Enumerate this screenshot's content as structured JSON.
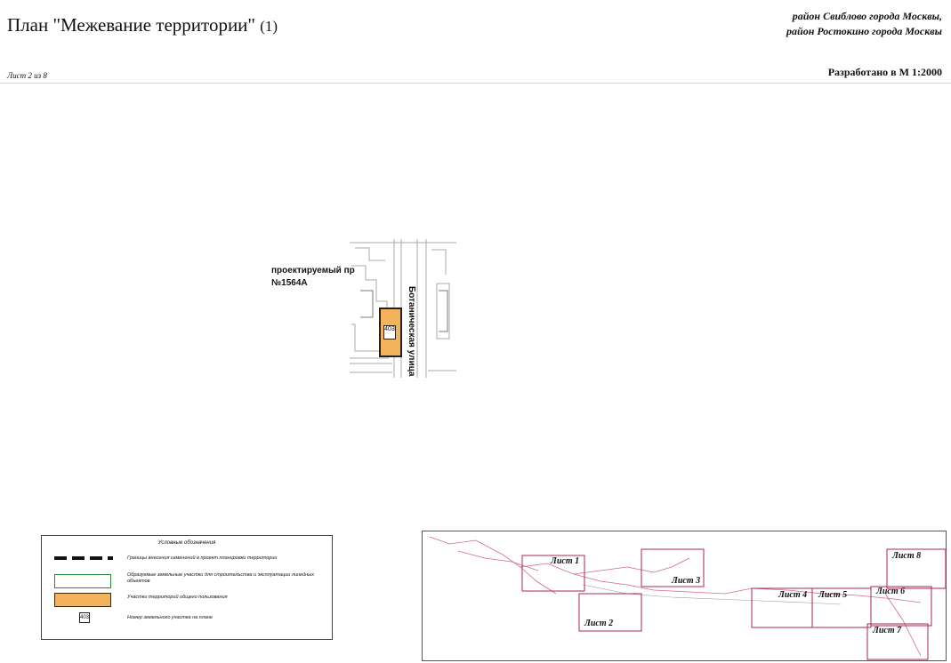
{
  "header": {
    "title": "План \"Межевание территории\"",
    "title_num": "(1)",
    "district_line1": "район Свиблово города Москвы,",
    "district_line2": "район Ростокино города Москвы",
    "sheet": "Лист 2 из 8",
    "scale": "Разработано в М 1:2000"
  },
  "map": {
    "proj_line1": "проектируемый пр",
    "proj_line2": "№1564А",
    "street": "Ботаническая улица",
    "plot_number": "403",
    "colors": {
      "plot_fill": "#f2b35a",
      "plot_border": "#222222"
    }
  },
  "legend": {
    "title": "Условные обозначения",
    "items": [
      {
        "icon": "dashed-line",
        "text": "Границы внесения изменений в проект планировки территории"
      },
      {
        "icon": "green-rect",
        "text": "Образуемые земельные участки для строительства и эксплуатации линейных объектов"
      },
      {
        "icon": "orange-rect",
        "text": "Участки территорий общего пользования"
      },
      {
        "icon": "plot-number",
        "symbol": "403",
        "text": "Номер земельного участка на плане"
      }
    ]
  },
  "index_map": {
    "sheets": [
      "Лист 1",
      "Лист 2",
      "Лист 3",
      "Лист 4",
      "Лист 5",
      "Лист 6",
      "Лист 7",
      "Лист 8"
    ]
  }
}
